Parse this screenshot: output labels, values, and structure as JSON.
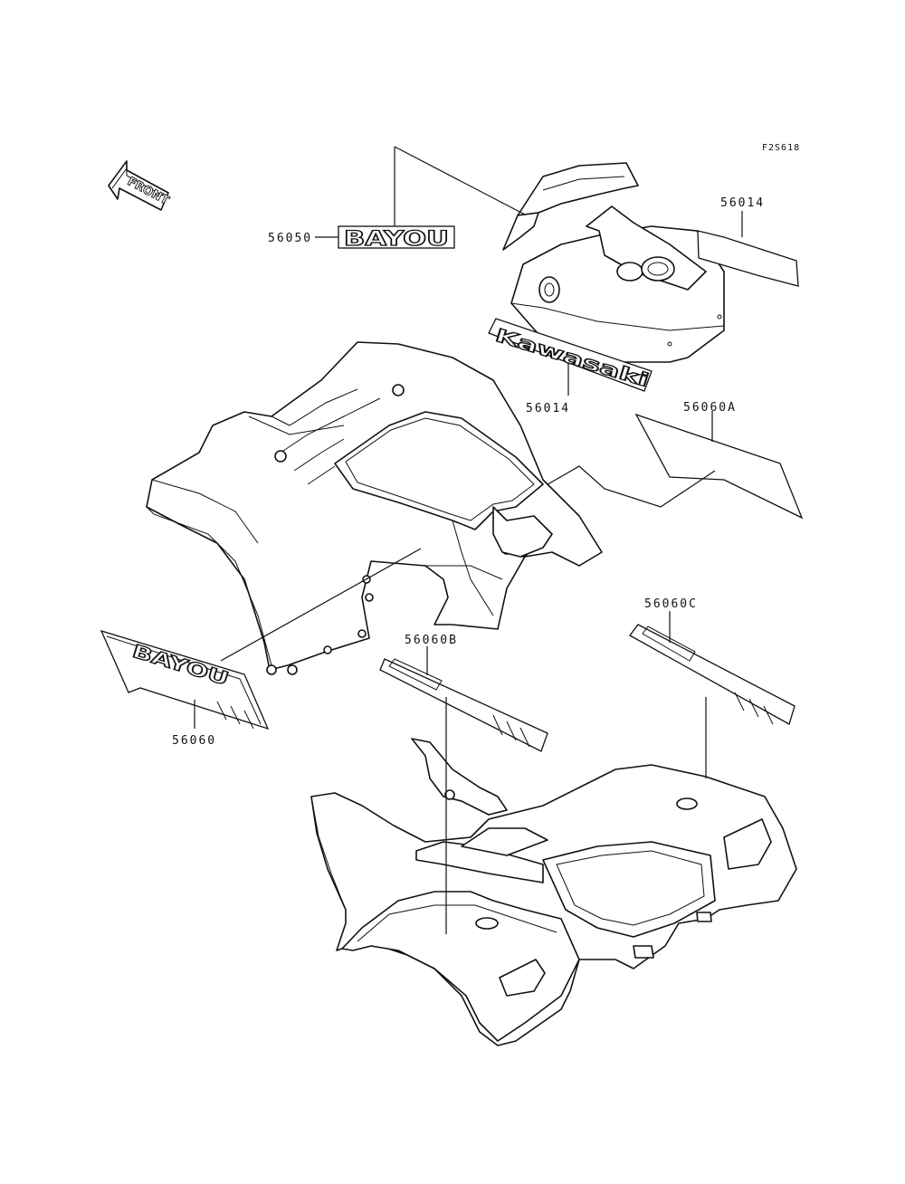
{
  "figure_code": "F2S618",
  "front_arrow_label": "FRONT",
  "parts": {
    "p56050": {
      "number": "56050",
      "decal_text": "BAYOU"
    },
    "p56014_top": {
      "number": "56014"
    },
    "p56014_kawasaki": {
      "number": "56014",
      "decal_text": "Kawasaki"
    },
    "p56060A": {
      "number": "56060A"
    },
    "p56060": {
      "number": "56060",
      "decal_text": "BAYOU"
    },
    "p56060B": {
      "number": "56060B"
    },
    "p56060C": {
      "number": "56060C"
    }
  }
}
